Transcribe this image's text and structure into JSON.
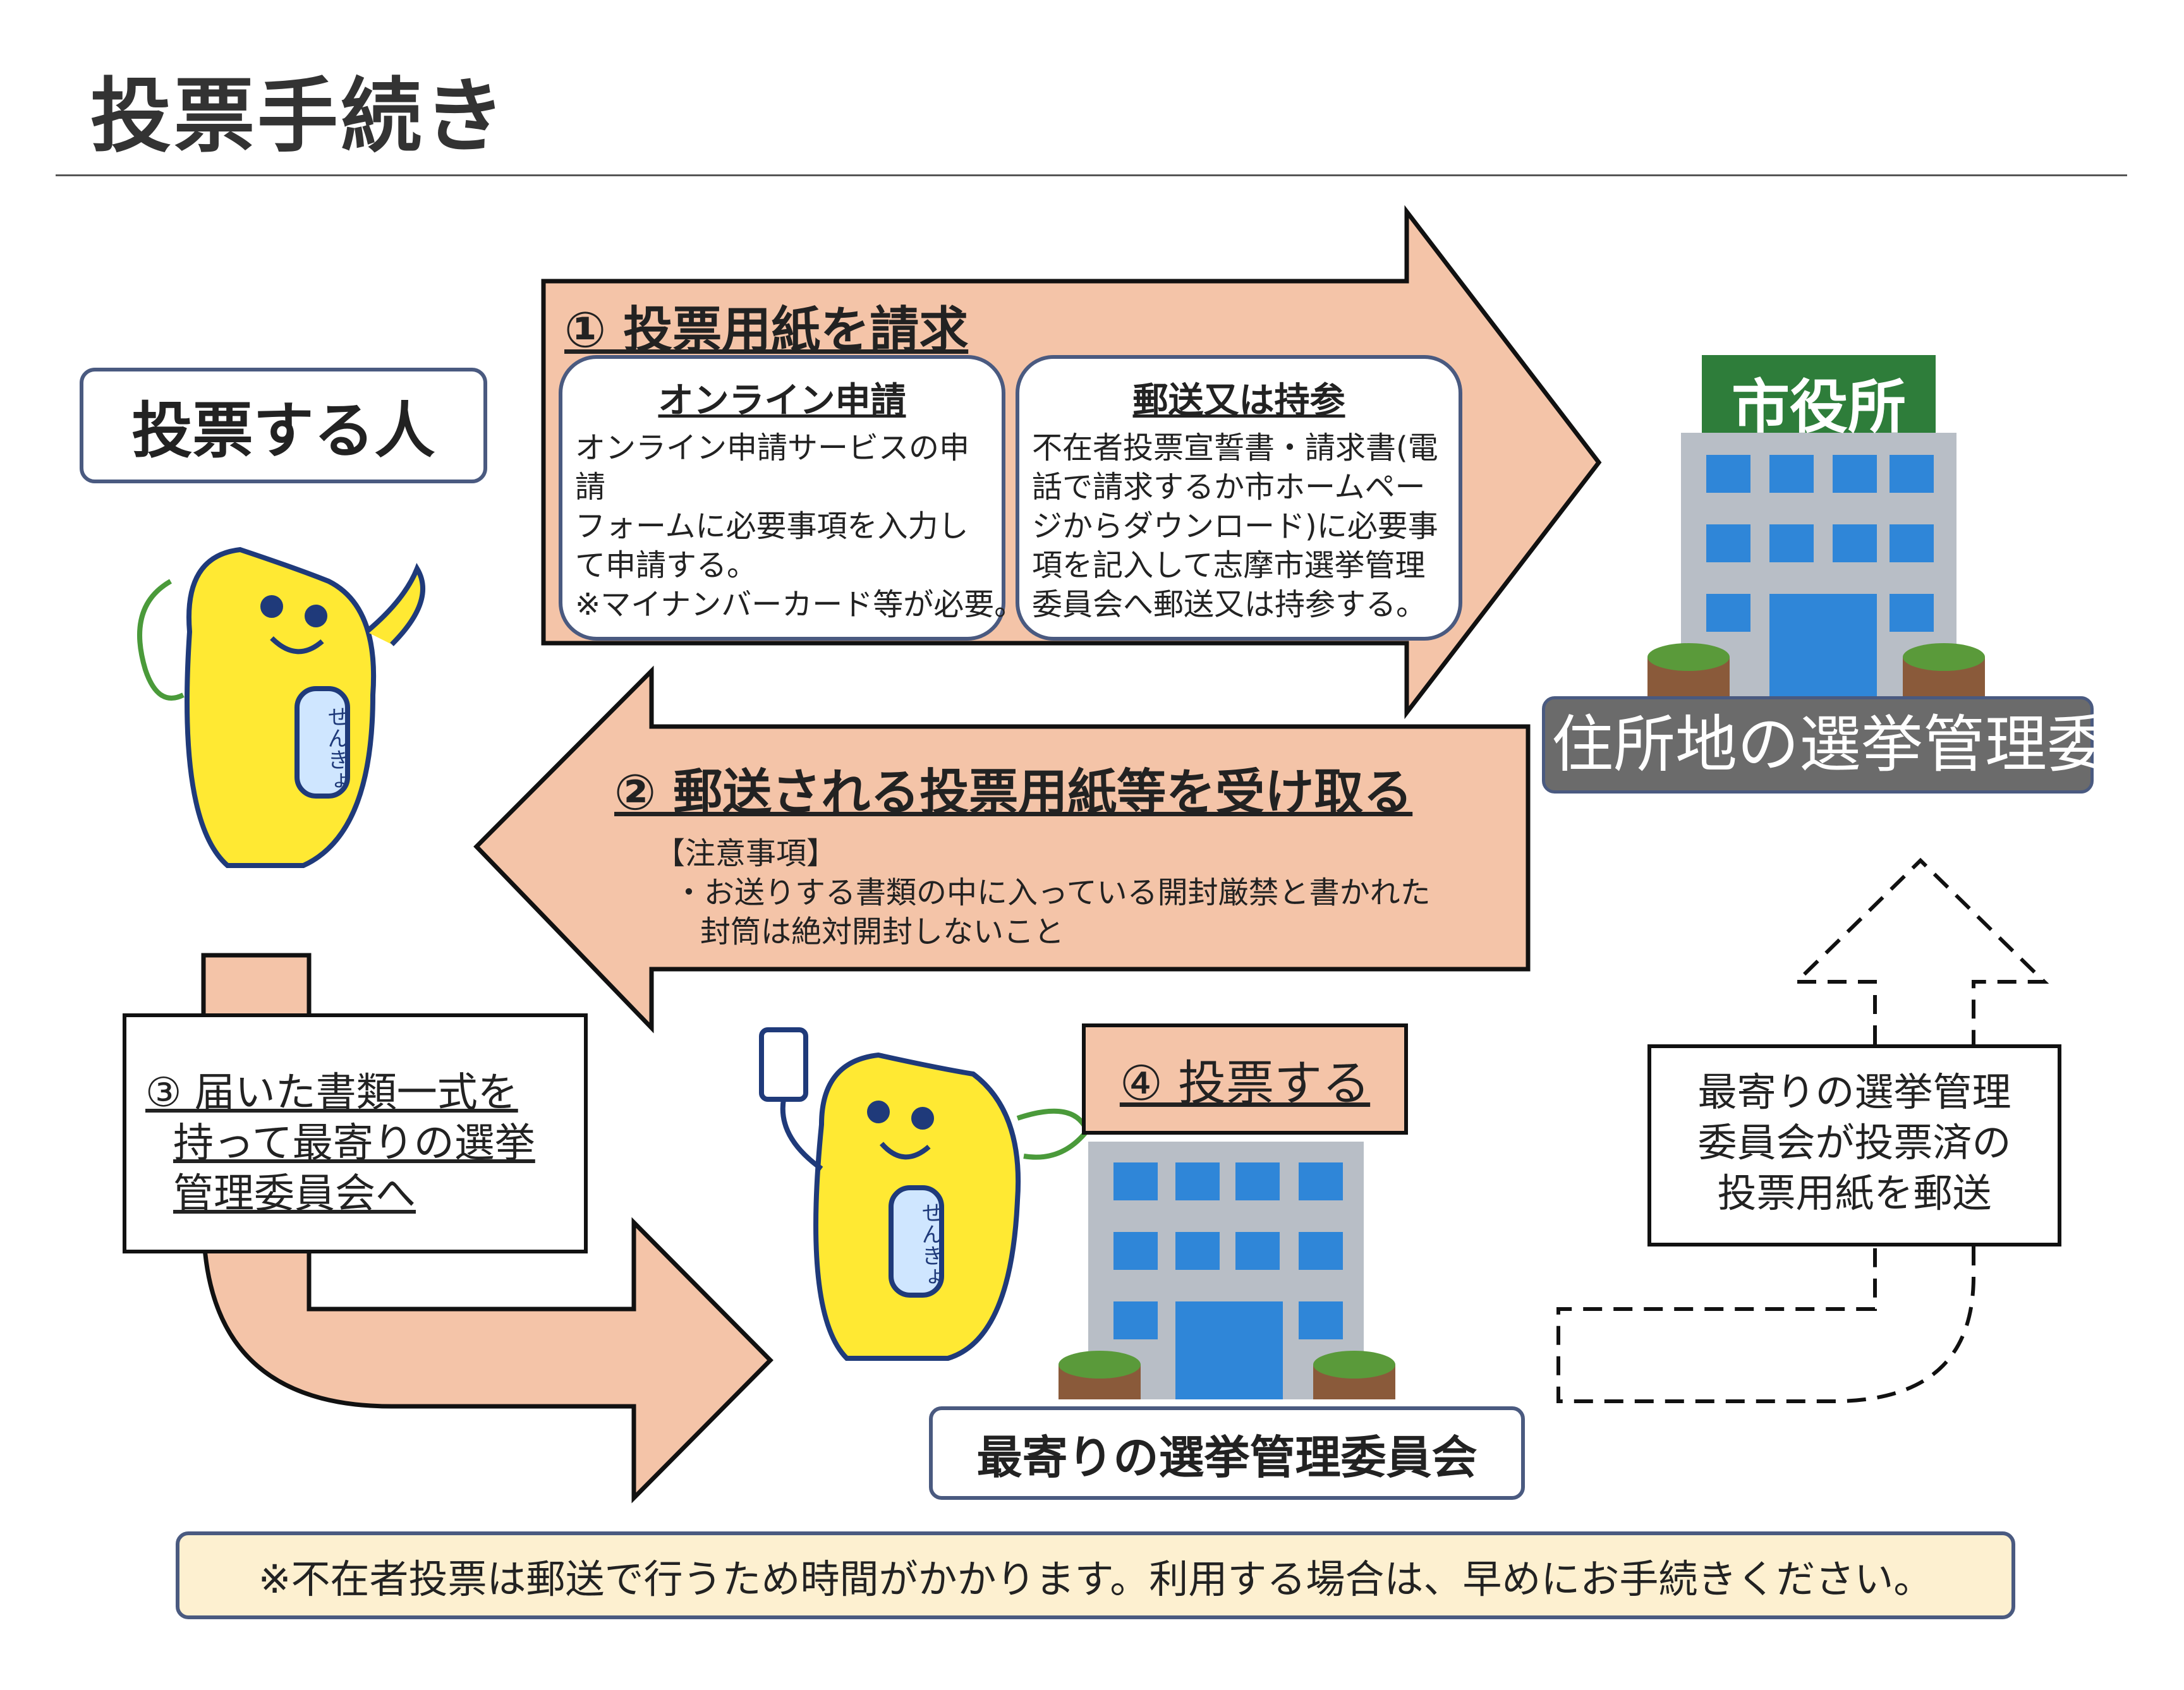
{
  "title": "投票手続き",
  "voter_label": "投票する人",
  "step1": {
    "label": "① 投票用紙を請求",
    "online": {
      "heading": "オンライン申請",
      "lines": [
        "オンライン申請サービスの申請",
        "フォームに必要事項を入力し",
        "て申請する。",
        "※マイナンバーカード等が必要。"
      ]
    },
    "mail": {
      "heading": "郵送又は持参",
      "lines": [
        "不在者投票宣誓書・請求書(電",
        "話で請求するか市ホームペー",
        "ジからダウンロード)に必要事",
        "項を記入して志摩市選挙管理",
        "委員会へ郵送又は持参する。"
      ]
    }
  },
  "city_hall": {
    "sign": "市役所",
    "label": "住所地の選挙管理委員会"
  },
  "step2": {
    "label": "② 郵送される投票用紙等を受け取る",
    "note_title": "【注意事項】",
    "note_lines": [
      "・お送りする書類の中に入っている開封厳禁と書かれた",
      "封筒は絶対開封しないこと"
    ]
  },
  "step3": {
    "lines": [
      "③ 届いた書類一式を",
      "持って最寄りの選挙",
      "管理委員会へ"
    ]
  },
  "step4": {
    "label": "④ 投票する"
  },
  "mascot_badge": "せんきょ",
  "nearest_label": "最寄りの選挙管理委員会",
  "mail_back": {
    "lines": [
      "最寄りの選挙管理",
      "委員会が投票済の",
      "投票用紙を郵送"
    ]
  },
  "footer_note": "※不在者投票は郵送で行うため時間がかかります。利用する場合は、早めにお手続きください。",
  "colors": {
    "arrow": "#f4c4a8",
    "border": "#4a5a80",
    "sign": "#2e7d3a",
    "window": "#2f86d8",
    "mascot": "#ffe933"
  }
}
